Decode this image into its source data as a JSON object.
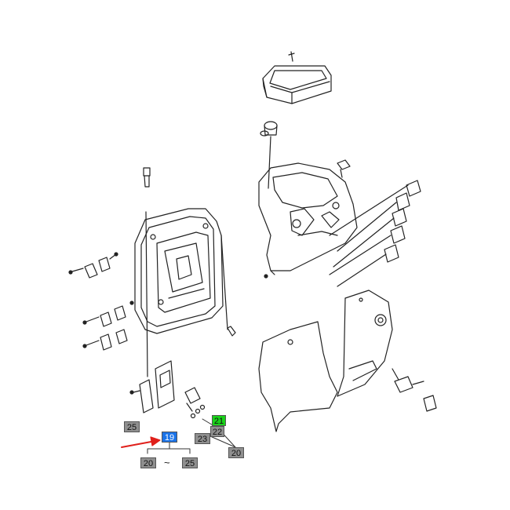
{
  "callouts": {
    "c25_left": "25",
    "c21": "21",
    "c22": "22",
    "c23": "23",
    "c20_right": "20",
    "c19": "19",
    "c20_bottom": "20",
    "c25_bottom": "25"
  },
  "range_tilde": "~",
  "colors": {
    "line": "#222222",
    "callout_gray": "#8f8f8f",
    "callout_green": "#19d219",
    "callout_blue": "#1a73e8",
    "pointer_arrow": "#e0201b"
  }
}
